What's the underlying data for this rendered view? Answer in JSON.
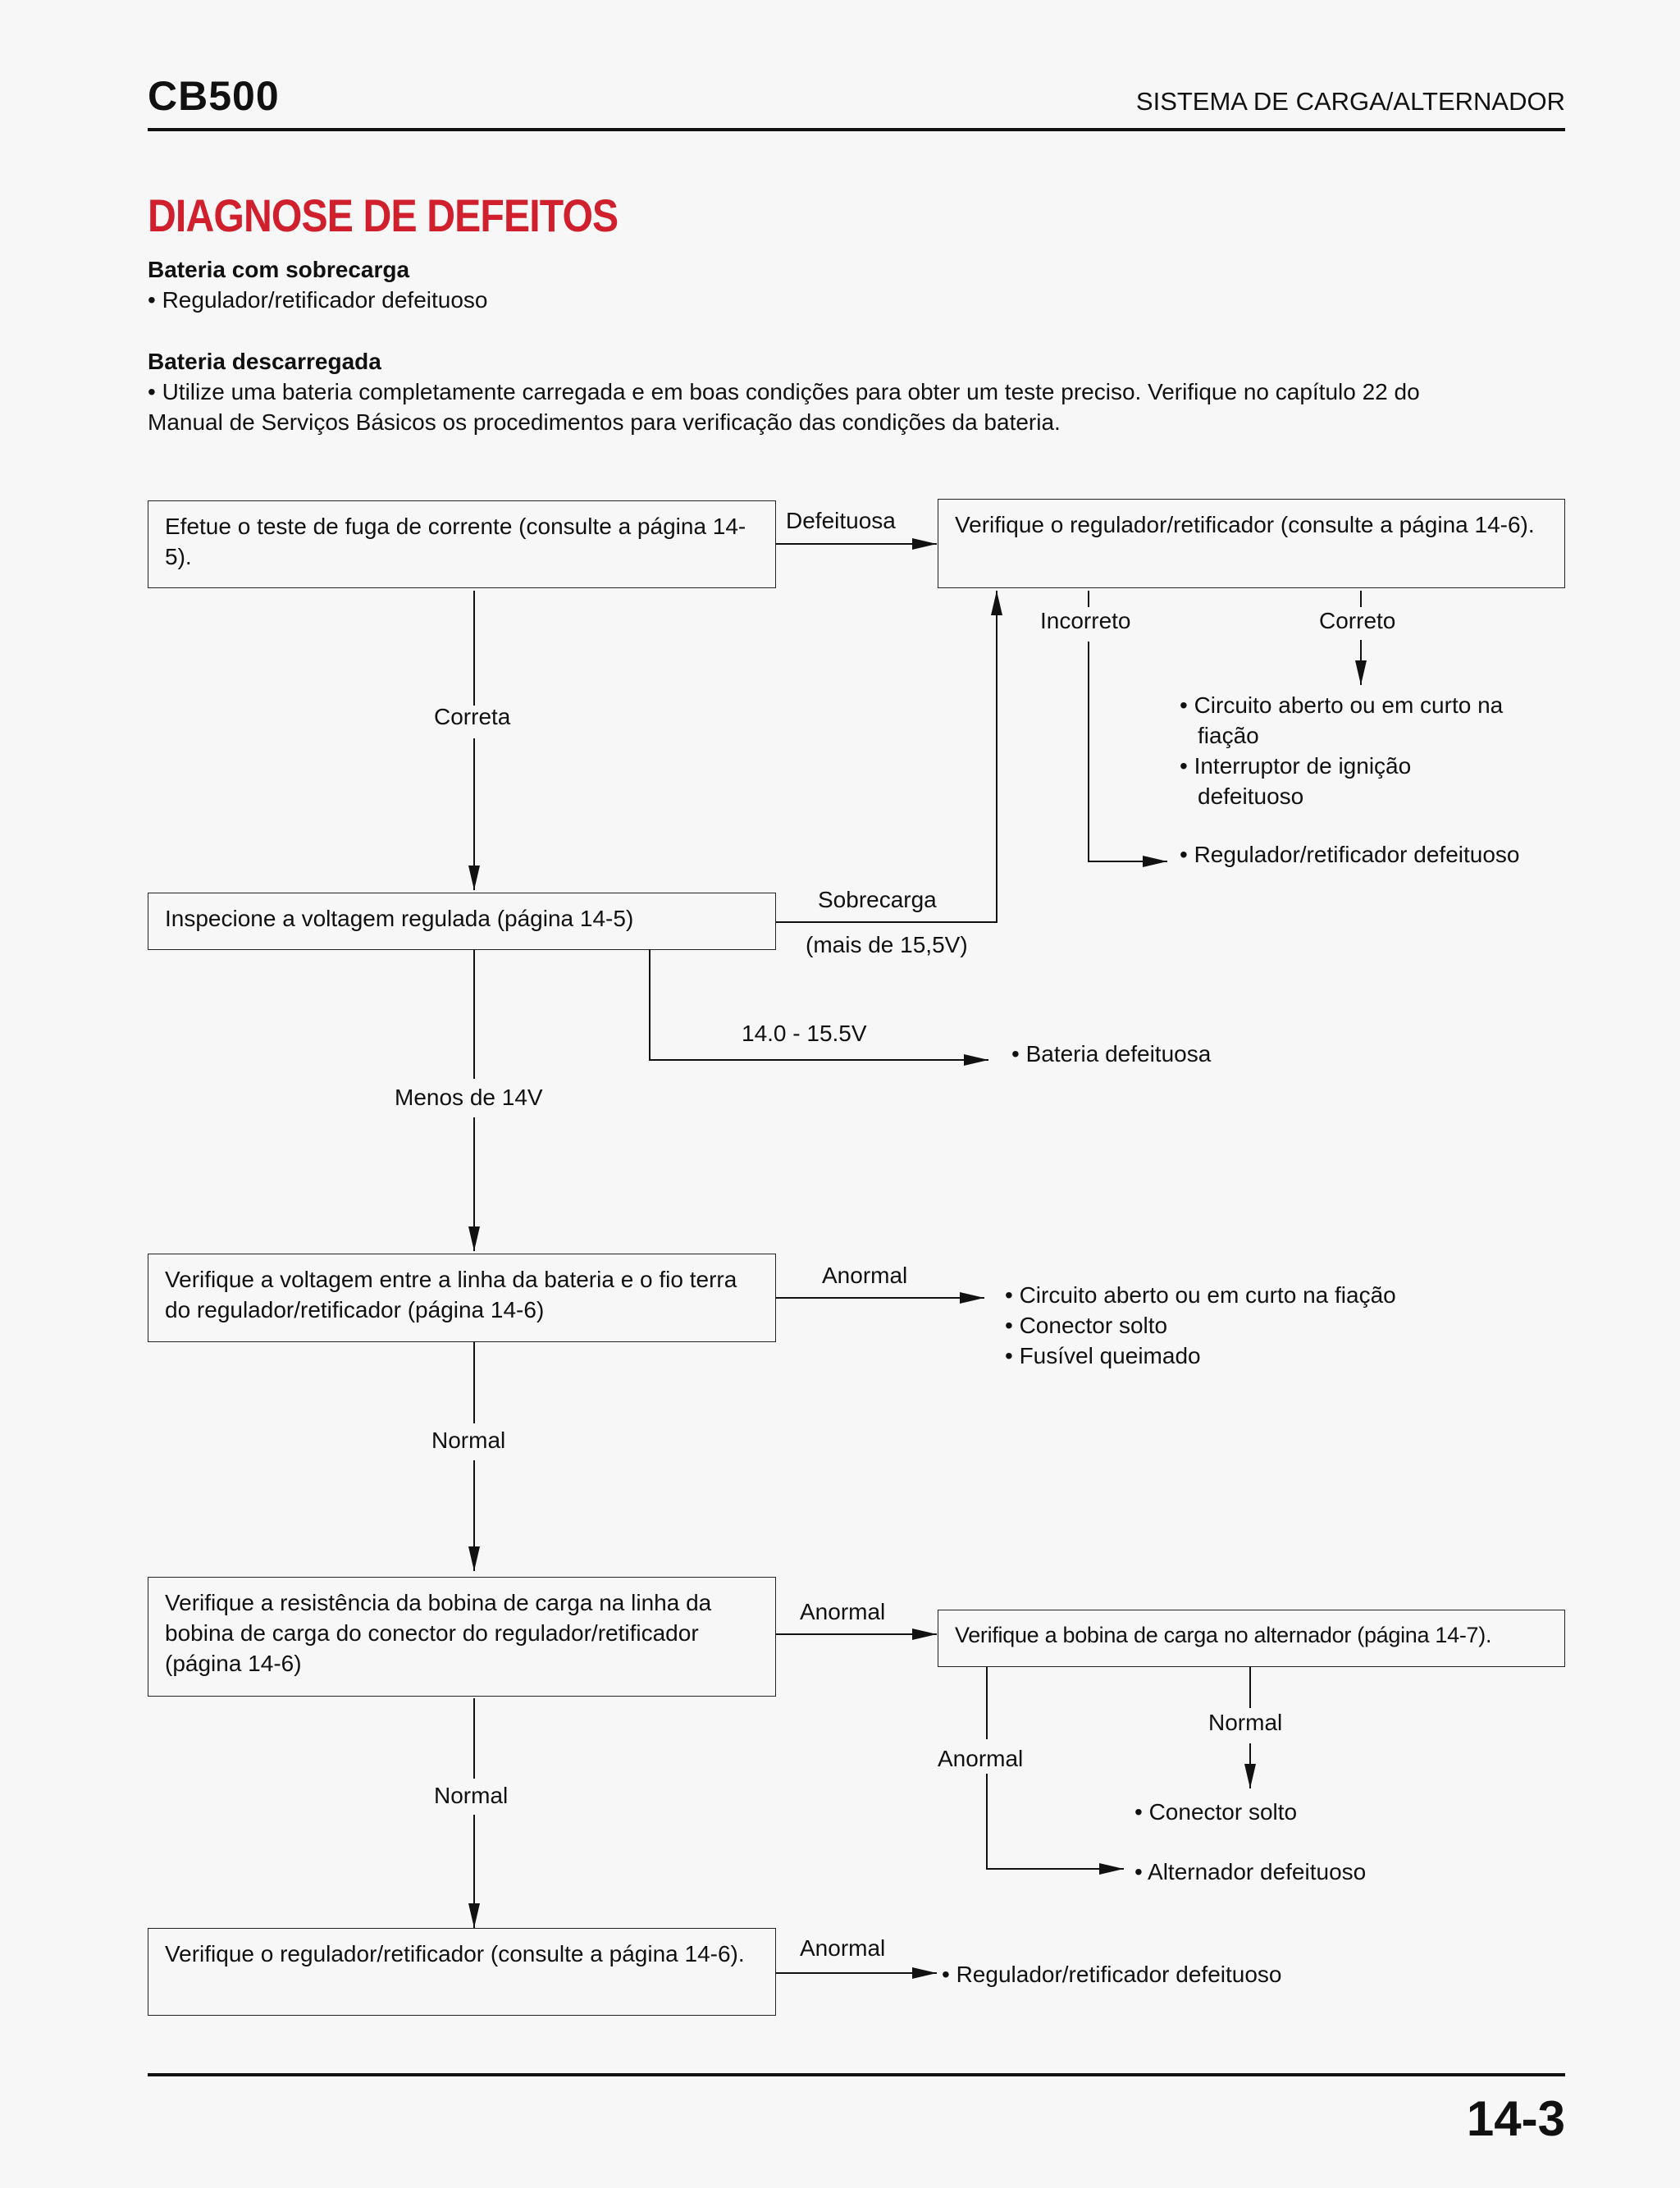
{
  "header": {
    "model": "CB500",
    "section": "SISTEMA DE CARGA/ALTERNADOR"
  },
  "title": "DIAGNOSE DE DEFEITOS",
  "intro": {
    "overcharge_heading": "Bateria com sobrecarga",
    "overcharge_item": "• Regulador/retificador defeituoso",
    "discharged_heading": "Bateria descarregada",
    "discharged_line1": "• Utilize uma bateria completamente carregada e em boas condições para obter um teste preciso. Verifique no capítulo 22 do",
    "discharged_line2": "Manual de Serviços Básicos os procedimentos para verificação das condições da bateria."
  },
  "flow": {
    "box_leak": "Efetue o teste de fuga de corrente (consulte a página 14-5).",
    "label_defeituosa": "Defeituosa",
    "box_regulator_1": "Verifique o regulador/retificador (consulte a página 14-6).",
    "label_incorreto": "Incorreto",
    "label_correto": "Correto",
    "result_correto": [
      "• Circuito aberto ou em curto na",
      "fiação",
      "• Interruptor de ignição",
      "defeituoso"
    ],
    "result_incorreto": "• Regulador/retificador defeituoso",
    "label_correta": "Correta",
    "box_voltage": "Inspecione a voltagem regulada (página 14-5)",
    "label_sobrecarga": "Sobrecarga",
    "label_sobrecarga_value": "(mais de 15,5V)",
    "label_range": "14.0 - 15.5V",
    "result_range": "• Bateria defeituosa",
    "label_menos": "Menos de 14V",
    "box_battery_line": "Verifique a voltagem entre a linha da bateria e o fio terra do regulador/retificador (página 14-6)",
    "label_anormal_1": "Anormal",
    "result_battery_line": [
      "• Circuito aberto ou em curto na fiação",
      "• Conector solto",
      "• Fusível queimado"
    ],
    "label_normal_1": "Normal",
    "box_coil_resistance": "Verifique a resistência da bobina de carga na linha da bobina de carga do conector do regulador/retificador (página 14-6)",
    "label_anormal_2": "Anormal",
    "box_alternator_coil": "Verifique a bobina de carga no alternador (página 14-7).",
    "label_normal_coil": "Normal",
    "label_anormal_coil": "Anormal",
    "result_coil_normal": "• Conector solto",
    "result_coil_anormal": "• Alternador defeituoso",
    "label_normal_2": "Normal",
    "box_regulator_2": "Verifique o regulador/retificador (consulte a página 14-6).",
    "label_anormal_3": "Anormal",
    "result_regulator_2": "• Regulador/retificador defeituoso"
  },
  "footer": {
    "page_number": "14-3"
  },
  "colors": {
    "title": "#d0202e",
    "text": "#111111",
    "background": "#f7f7f7"
  }
}
